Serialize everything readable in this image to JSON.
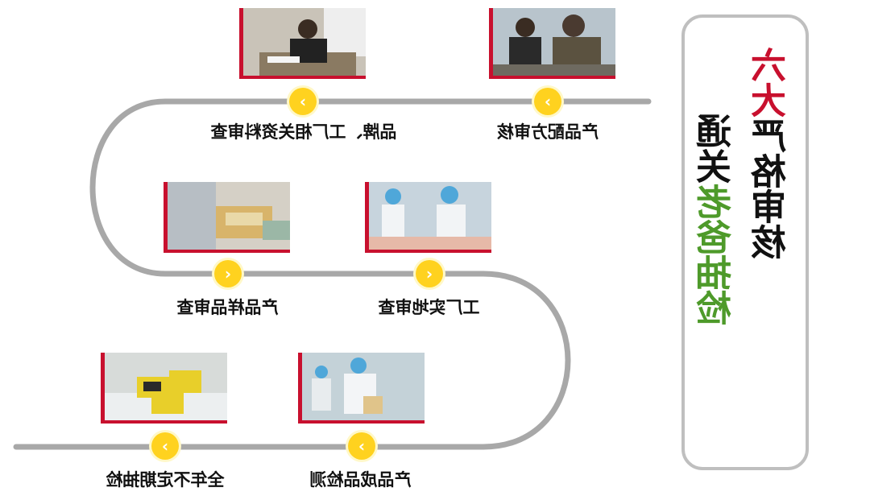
{
  "steps": [
    {
      "label": "产品配方审核"
    },
    {
      "label": "品牌、工厂相关资料审查"
    },
    {
      "label": "工厂实地审查"
    },
    {
      "label": "产品样品审查"
    },
    {
      "label": "产品成品检测"
    },
    {
      "label": "全年不定期抽检"
    }
  ],
  "title": {
    "part_red": "六大",
    "part_black": "严格审核",
    "line2_black": "通关",
    "line2_green": "老爸抽检"
  },
  "colors": {
    "accent_red": "#c8102e",
    "node_yellow": "#ffd21f",
    "track_gray": "#a8a8a8",
    "green": "#4e9a2a"
  }
}
